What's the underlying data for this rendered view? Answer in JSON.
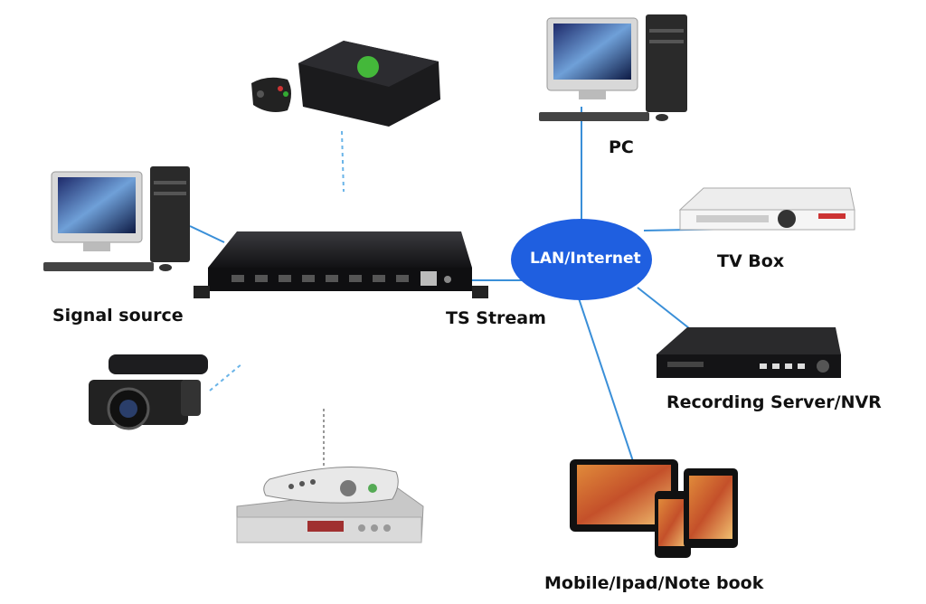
{
  "hub": {
    "label": "LAN/Internet"
  },
  "encoder": {
    "stream_label": "TS Stream"
  },
  "nodes": {
    "signal_source": "Signal source",
    "pc": "PC",
    "tv_box": "TV Box",
    "recording_server": "Recording Server/NVR",
    "mobile": "Mobile/Ipad/Note book"
  },
  "colors": {
    "cloud": "#1f5fe0",
    "link": "#3a8fd8",
    "dashed": "#6ab4e8",
    "device": "#1b1b1d"
  },
  "icons": [
    "pc-icon",
    "game-console-icon",
    "camcorder-icon",
    "set-top-box-icon",
    "tv-box-icon",
    "nvr-icon",
    "tablet-icon",
    "phone-icon",
    "encoder-icon"
  ]
}
